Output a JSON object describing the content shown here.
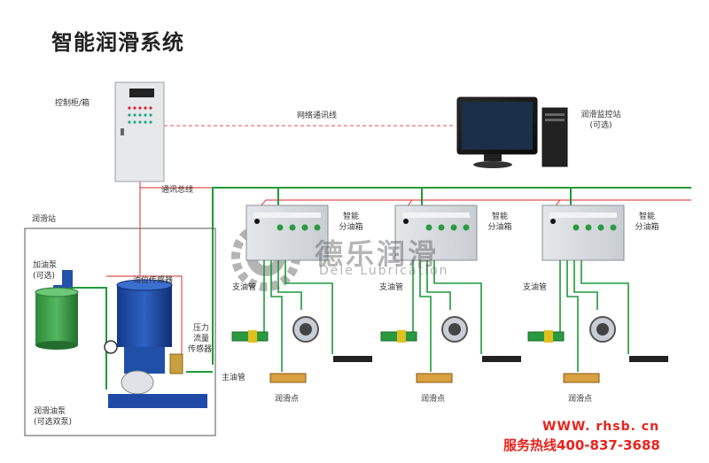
{
  "title": "智能润滑系统",
  "labels": {
    "control_cabinet": "控制柜/箱",
    "network_line": "网络通讯线",
    "monitor_station": "润滑监控站",
    "monitor_station_optional": "(可选)",
    "bus_line": "通讯总线",
    "lube_station": "润滑站",
    "fill_pump": "加油泵",
    "fill_pump_optional": "(可选)",
    "level_sensor": "油位传感器",
    "pressure_sensor_1": "压力",
    "pressure_sensor_2": "流量",
    "pressure_sensor_3": "传感器",
    "main_pipe": "主油管",
    "lube_pump": "润滑油泵",
    "lube_pump_optional": "(可选双泵)",
    "branch_pipe": "支油管",
    "distributor_1": "智能",
    "distributor_2": "分油箱",
    "lube_point": "润滑点"
  },
  "watermark": {
    "cn": "德乐润滑",
    "en": "Dele Lubrication"
  },
  "footer": {
    "website": "WWW. rhsb. cn",
    "hotline": "服务热线400-837-3688"
  },
  "colors": {
    "bus": "#1e9a3a",
    "signal": "#e05050",
    "accent": "#e8231c"
  }
}
